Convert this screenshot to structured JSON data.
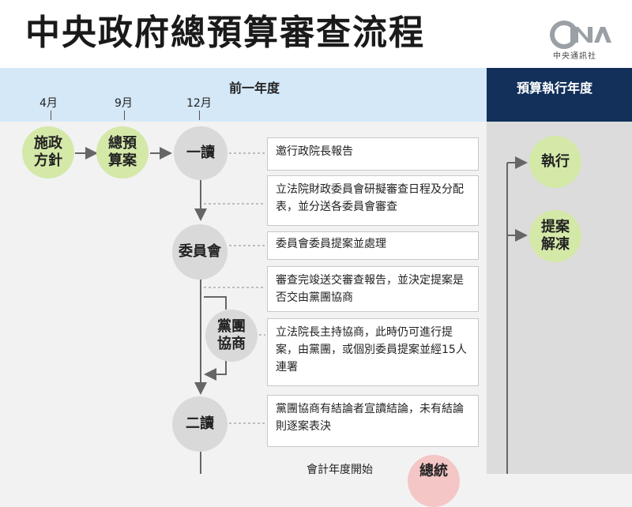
{
  "header": {
    "title": "中央政府總預算審查流程",
    "logo_text": "CNA",
    "logo_sub": "中央通訊社"
  },
  "timeline": {
    "prev_year_label": "前一年度",
    "exec_year_label": "預算執行年度",
    "months": [
      "4月",
      "9月",
      "12月"
    ]
  },
  "steps": {
    "policy": "施政\n方針",
    "budget": "總預\n算案",
    "first_reading": "一讀",
    "committee": "委員會",
    "caucus": "黨團\n協商",
    "second_reading": "二讀",
    "partial": "總統"
  },
  "details": [
    "邀行政院長報告",
    "立法院財政委員會研擬審查日程及分配表，並分送各委員會審查",
    "委員會委員提案並處理",
    "審查完竣送交審查報告，並決定提案是否交由黨團協商",
    "立法院長主持協商，此時仍可進行提案，由黨團，或個別委員提案並經15人連署",
    "黨團協商有結論者宣讀結論，未有結論則逐案表決"
  ],
  "notes": {
    "fiscal_start": "會計年度開始"
  },
  "exec_steps": {
    "execute": "執行",
    "proposal": "提案\n解凍"
  },
  "colors": {
    "band_prev": "#d5e8f8",
    "band_exec": "#12305a",
    "green": "#d4e8a8",
    "gray": "#d9d9d9"
  }
}
